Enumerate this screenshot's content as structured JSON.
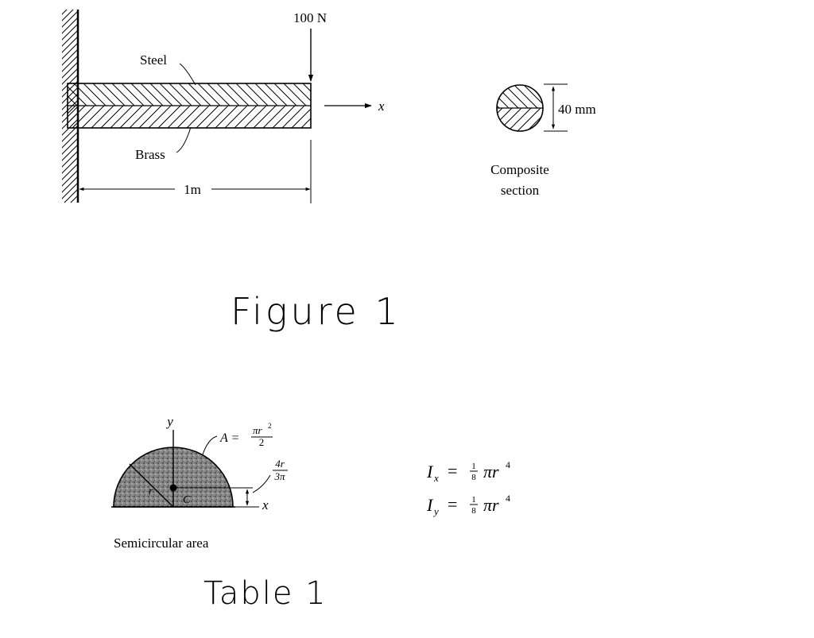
{
  "figure1": {
    "load_label": "100 N",
    "steel_label": "Steel",
    "brass_label": "Brass",
    "length_label": "1m",
    "axis_label": "x",
    "diameter_label": "40 mm",
    "section_caption_line1": "Composite",
    "section_caption_line2": "section",
    "caption": "Figure 1"
  },
  "table1": {
    "y_axis_label": "y",
    "x_axis_label": "x",
    "area_label": "A =",
    "area_numerator": "πr",
    "area_exponent": "2",
    "area_denominator": "2",
    "centroid_numerator": "4r",
    "centroid_denominator": "3π",
    "centroid_label": "C",
    "radius_label": "r",
    "ix_symbol": "I",
    "ix_subscript": "x",
    "ix_equals": "=",
    "ix_coeff_num": "1",
    "ix_coeff_den": "8",
    "ix_expr": "πr",
    "ix_exponent": "4",
    "iy_symbol": "I",
    "iy_subscript": "y",
    "iy_equals": "=",
    "iy_coeff_num": "1",
    "iy_coeff_den": "8",
    "iy_expr": "πr",
    "iy_exponent": "4",
    "shape_caption": "Semicircular area",
    "caption": "Table 1"
  }
}
